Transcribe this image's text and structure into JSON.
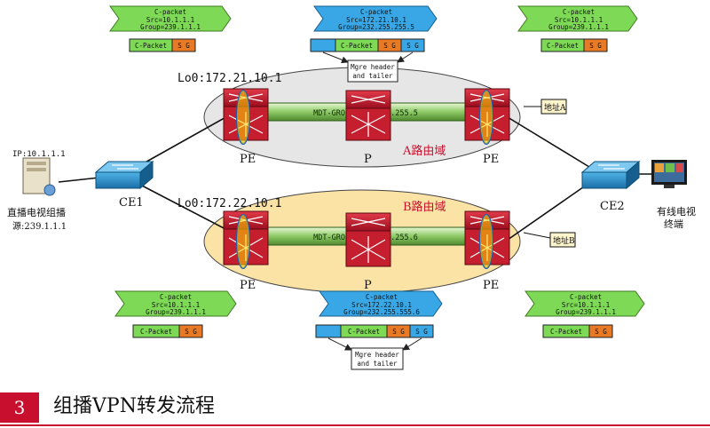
{
  "diagram": {
    "top": {
      "left_flag": {
        "lines": [
          "C-packet",
          "Src=10.1.1.1",
          "Group=239.1.1.1"
        ],
        "color": "#7ed957"
      },
      "center_flag": {
        "lines": [
          "C-packet",
          "Src=172.21.10.1",
          "Group=232.255.255.5"
        ],
        "color": "#39a7e6"
      },
      "right_flag": {
        "lines": [
          "C-packet",
          "Src=10.1.1.1",
          "Group=239.1.1.1"
        ],
        "color": "#7ed957"
      },
      "left_packet": {
        "label": "C-Packet",
        "sg": "S G"
      },
      "center_packet": {
        "label": "C-Packet",
        "sg1": "S G",
        "sg2": "S G"
      },
      "right_packet": {
        "label": "C-Packet",
        "sg": "S G"
      },
      "mgre_note": [
        "Mgre header",
        "and tailer"
      ],
      "lo0": "Lo0:172.21.10.1",
      "tunnel": "MDT-GROUP=232.255.255.5",
      "domain": "A路由域",
      "addr": "地址A",
      "pe_left": "PE",
      "p_mid": "P",
      "pe_right": "PE"
    },
    "bottom": {
      "left_flag": {
        "lines": [
          "C-packet",
          "Src=10.1.1.1",
          "Group=239.1.1.1"
        ],
        "color": "#7ed957"
      },
      "center_flag": {
        "lines": [
          "C-packet",
          "Src=172.22.10.1",
          "Group=232.255.555.6"
        ],
        "color": "#39a7e6"
      },
      "right_flag": {
        "lines": [
          "C-packet",
          "Src=10.1.1.1",
          "Group=239.1.1.1"
        ],
        "color": "#7ed957"
      },
      "left_packet": {
        "label": "C-Packet",
        "sg": "S G"
      },
      "center_packet": {
        "label": "C-Packet",
        "sg1": "S G",
        "sg2": "S G"
      },
      "right_packet": {
        "label": "C-Packet",
        "sg": "S G"
      },
      "mgre_note": [
        "Mgre header",
        "and tailer"
      ],
      "lo0": "Lo0:172.22.10.1",
      "tunnel": "MDT-GROUP=232.255.255.6",
      "domain": "B路由域",
      "addr": "地址B",
      "pe_left": "PE",
      "p_mid": "P",
      "pe_right": "PE"
    },
    "source": {
      "ip": "IP:10.1.1.1",
      "label_line1": "直播电视组播",
      "label_line2": "源:239.1.1.1"
    },
    "ce1": "CE1",
    "ce2": "CE2",
    "receiver": {
      "line1": "有线电视",
      "line2": "终端"
    }
  },
  "caption": {
    "number": "3",
    "text": "组播VPN转发流程"
  },
  "colors": {
    "accent": "#c8102e",
    "green": "#7ed957",
    "blue": "#39a7e6",
    "orange": "#e87a26",
    "domain_a": "#e6e6e6",
    "domain_b": "#fbe3a6"
  }
}
